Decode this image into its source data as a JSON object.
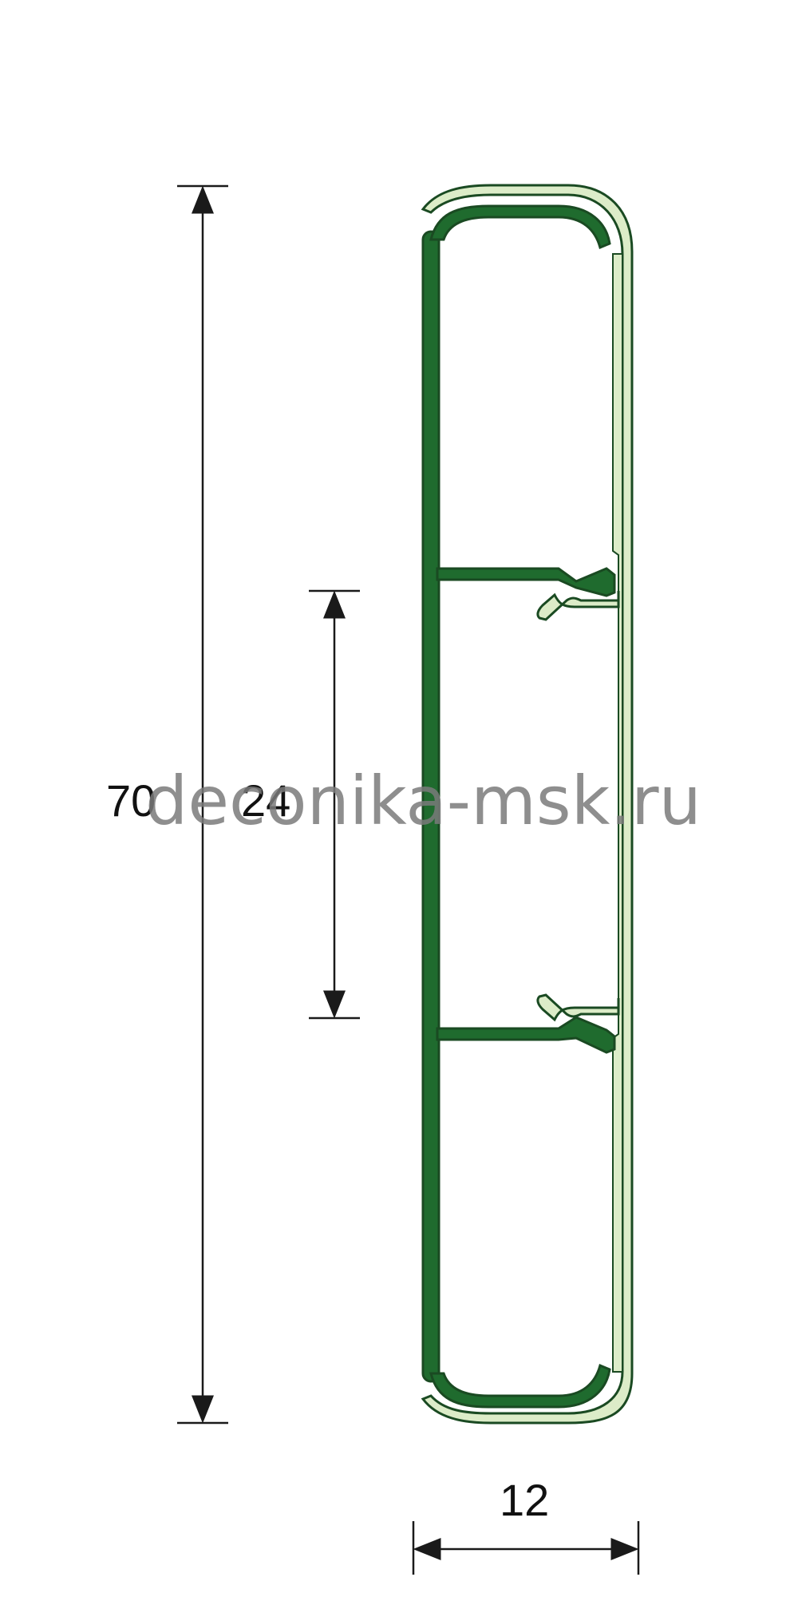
{
  "dimensions": {
    "overall_height": "70",
    "inner_height": "24",
    "width": "12"
  },
  "watermark": "deconika-msk.ru",
  "colors": {
    "profile_base": "#1f6b2e",
    "profile_cover": "#dcecc8",
    "outline": "#1a4a22",
    "dimension_lines": "#1a1a1a",
    "watermark": "#7a7a7a"
  }
}
